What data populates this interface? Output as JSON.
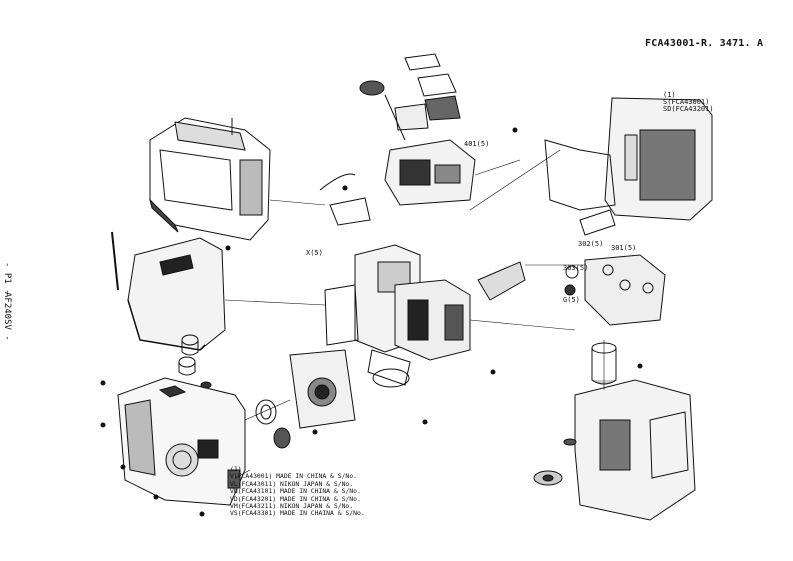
{
  "header": {
    "doc_number": "FCA43001-R. 3471. A"
  },
  "side": {
    "page_label": "- P1 -",
    "model_label": "AF240SV -"
  },
  "callouts": {
    "c401": "401(5)",
    "cX": "X(5)",
    "c302": "302(5)",
    "c301": "301(5)",
    "c303": "303(5)",
    "cG": "G(5)",
    "top_right": {
      "num": "(1)",
      "s": "S(FCA43001)",
      "sd": "SD(FCA43201)"
    }
  },
  "spec_table": {
    "num": "(1)",
    "rows": [
      "V(FCA43001)  MADE IN CHINA & S/No.",
      "VL(FCA43011)  NIKON JAPAN & S/No.",
      "VN(FCA43101)  MADE IN CHINA & S/No.",
      "VD(FCA43201)  MADE IN CHINA & S/No.",
      "VM(FCA43211)  NIKON JAPAN & S/No.",
      "VS(FCA43301)  MADE IN CHAINA & S/No."
    ]
  }
}
